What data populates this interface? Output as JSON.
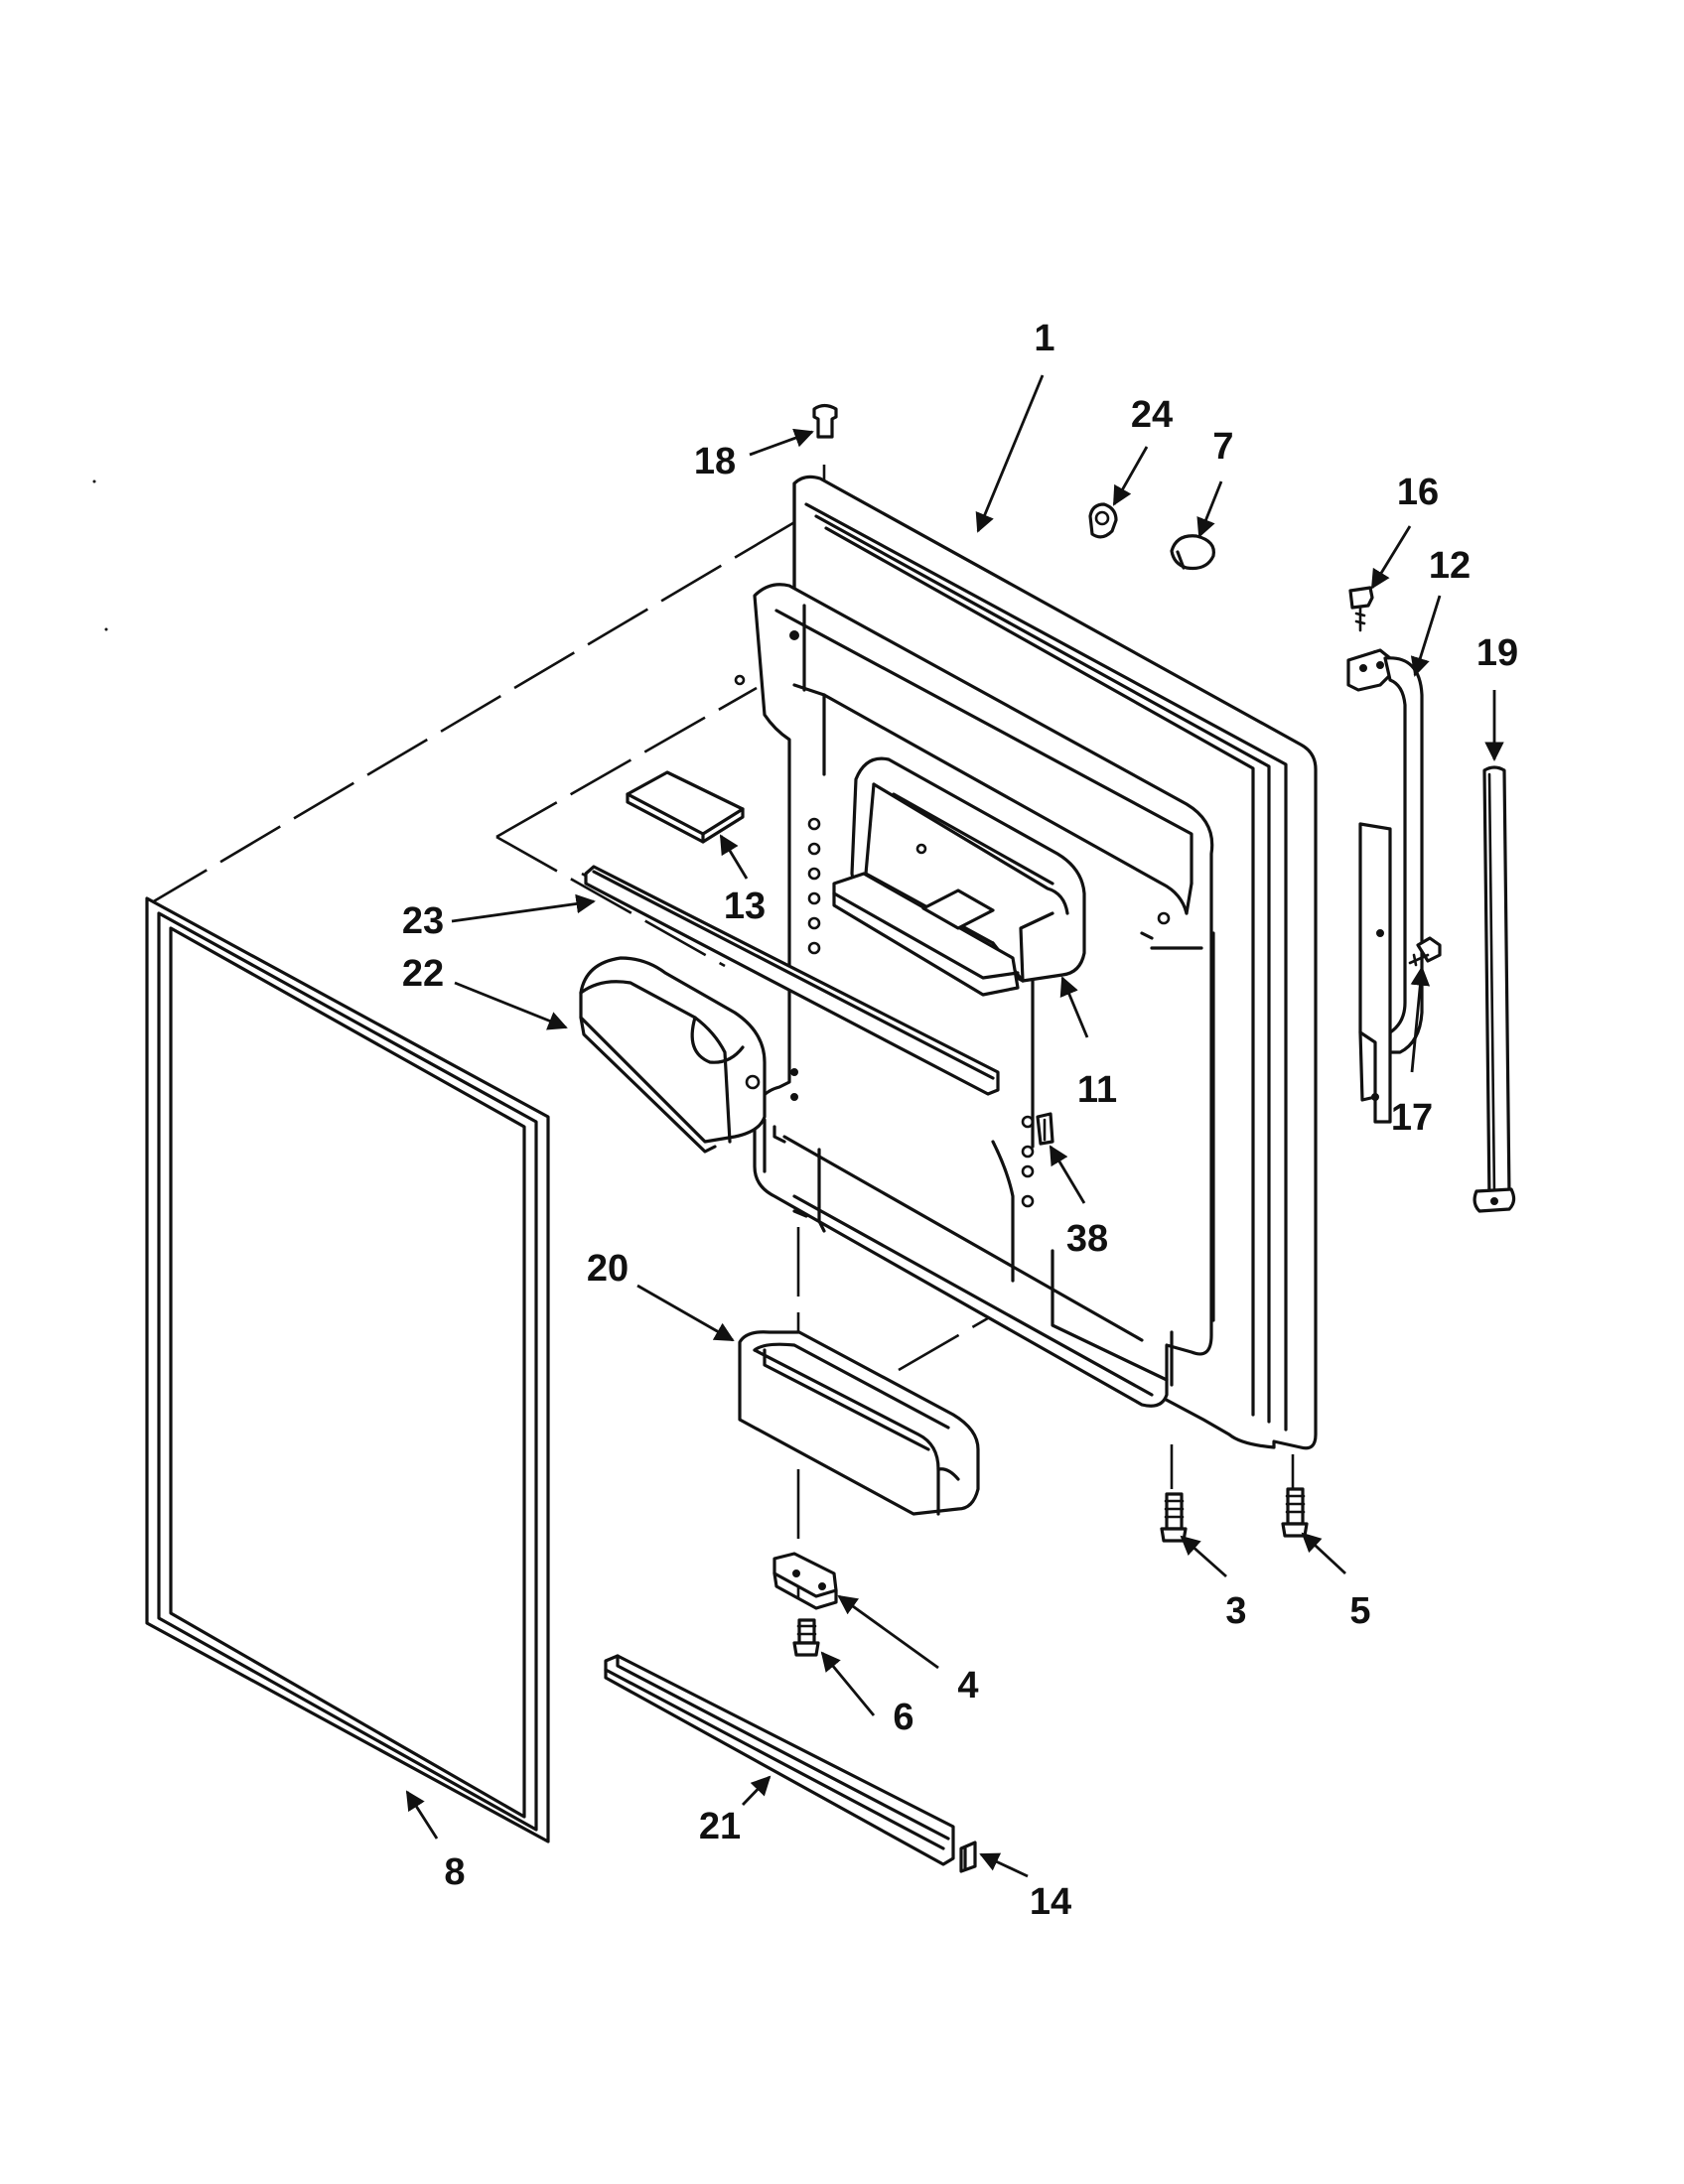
{
  "diagram": {
    "type": "exploded-parts-diagram",
    "callouts": [
      "1",
      "24",
      "7",
      "18",
      "16",
      "12",
      "19",
      "13",
      "23",
      "22",
      "11",
      "17",
      "38",
      "20",
      "3",
      "5",
      "4",
      "6",
      "21",
      "8",
      "14"
    ]
  }
}
